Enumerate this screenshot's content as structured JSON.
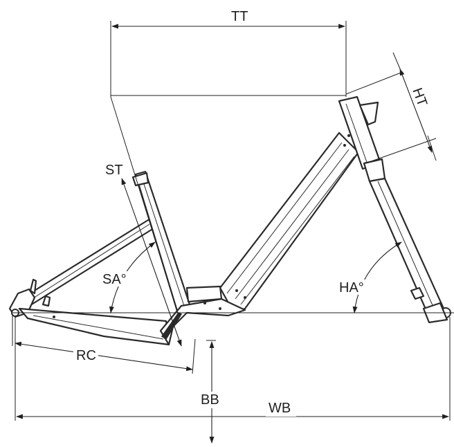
{
  "diagram": {
    "labels": {
      "tt": "TT",
      "ht": "HT",
      "st": "ST",
      "sa": "SA°",
      "ha": "HA°",
      "rc": "RC",
      "bb": "BB",
      "wb": "WB"
    }
  }
}
